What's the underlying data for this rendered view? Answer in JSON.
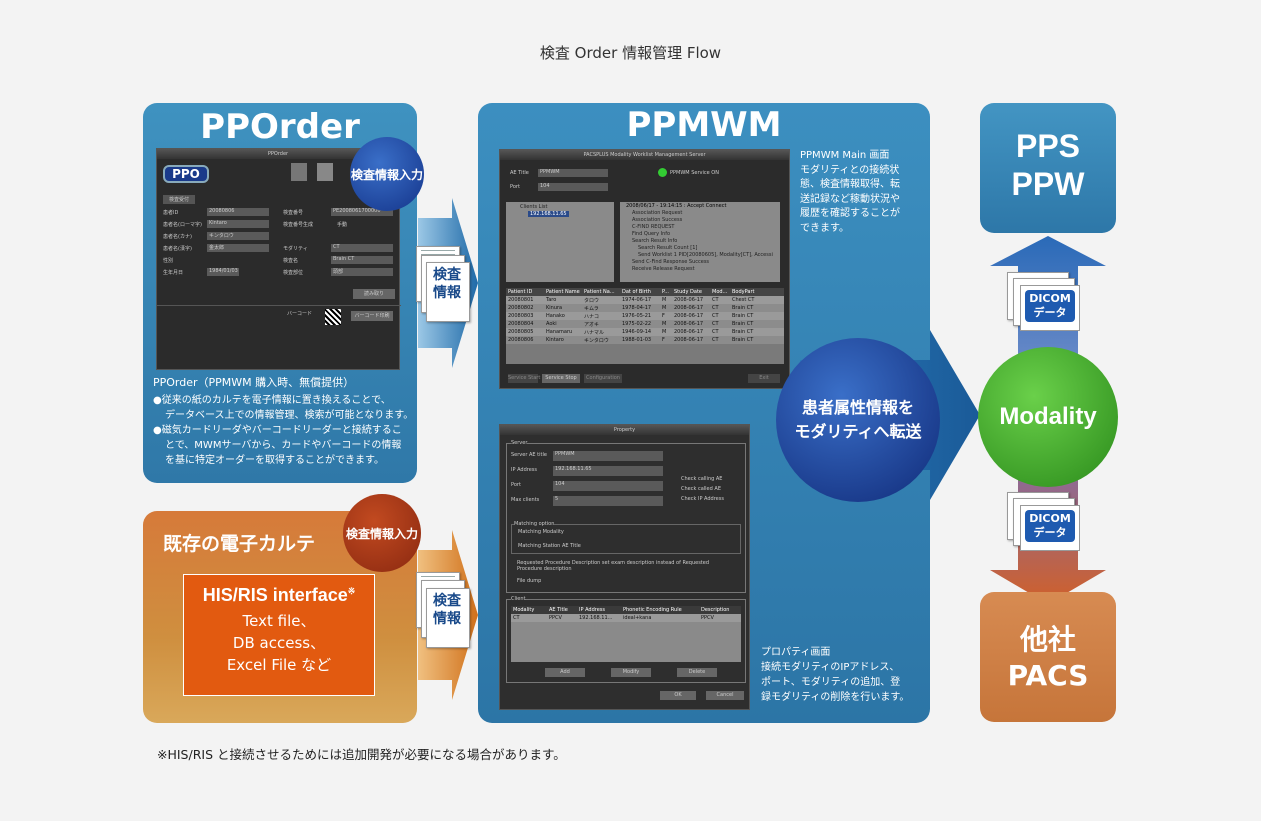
{
  "title": "検査 Order 情報管理 Flow",
  "footnote": "※HIS/RIS と接続させるためには追加開発が必要になる場合があります。",
  "pporder": {
    "heading": "PPOrder",
    "badge": "検査情報入力",
    "window_title": "PPOrder",
    "logo": "PPO",
    "caption_title": "PPOrder（PPMWM 購入時、無償提供）",
    "caption_lines": [
      "●従来の紙のカルテを電子情報に置き換えることで、",
      "データベース上での情報管理、検索が可能となります。",
      "●磁気カードリーダやバーコードリーダーと接続するこ",
      "とで、MWMサーバから、カードやバーコードの情報",
      "を基に特定オーダーを取得することができます。"
    ],
    "form_labels": [
      "検査受付",
      "患者ID",
      "患者名(ローマ字)",
      "患者名(カナ)",
      "患者名(漢字)",
      "性別",
      "生年月日"
    ],
    "form_values": [
      "20080806",
      "Kintaro",
      "キンタロウ",
      "金太郎",
      "",
      "1984/01/03"
    ],
    "right_labels": [
      "検査番号",
      "検査番号生成",
      "モダリティ",
      "検査名",
      "検査部位"
    ],
    "right_values": [
      "PE2008061700000",
      "手動",
      "CT",
      "Brain CT",
      "頭部"
    ],
    "barcode_label": "バーコード",
    "button_read": "読み取り",
    "button_barcode": "バーコード印刷"
  },
  "ppmwm": {
    "heading": "PPMWM",
    "window_title": "PACSPLUS Modality Worklist Management Server",
    "ae_title_label": "AE Title",
    "ae_title_value": "PPMWM",
    "port_label": "Port",
    "port_value": "104",
    "service_status": "PPMWM Service ON",
    "clients_label": "Clients List",
    "client_ip": "192.168.11.65",
    "log_lines": [
      "2008/06/17 - 19:14:15 : Accept Connect",
      "Association Request",
      "Association Success",
      "C-FIND REQUEST",
      "Find Query Info",
      "Search Result Info",
      "Search Result Count [1]",
      "Send Worklist 1 PID[20080605], Modality[CT], Accessi",
      "Send C-Find Response Success",
      "Receive Release Request"
    ],
    "table_headers": [
      "Patient ID",
      "Patient Name",
      "Patient Na...",
      "Dat of Birth",
      "P...",
      "Study Date",
      "Mod...",
      "BodyPart"
    ],
    "table_rows": [
      [
        "20080801",
        "Taro",
        "タロウ",
        "1974-06-17",
        "M",
        "2008-06-17",
        "CT",
        "Chest CT"
      ],
      [
        "20080802",
        "Kinura",
        "キムラ",
        "1978-04-17",
        "M",
        "2008-06-17",
        "CT",
        "Brain CT"
      ],
      [
        "20080803",
        "Hanako",
        "ハナコ",
        "1976-05-21",
        "F",
        "2008-06-17",
        "CT",
        "Brain CT"
      ],
      [
        "20080804",
        "Aoki",
        "アオキ",
        "1975-02-22",
        "M",
        "2008-06-17",
        "CT",
        "Brain CT"
      ],
      [
        "20080805",
        "Hanamaru",
        "ハナマル",
        "1946-09-14",
        "M",
        "2008-06-17",
        "CT",
        "Brain CT"
      ],
      [
        "20080806",
        "Kintaro",
        "キンタロウ",
        "1988-01-03",
        "F",
        "2008-06-17",
        "CT",
        "Brain CT"
      ]
    ],
    "buttons": [
      "Service Start",
      "Service Stop",
      "Configuration",
      "Exit"
    ],
    "main_note": [
      "PPMWM Main 画面",
      "モダリティとの接続状",
      "態、検査情報取得、転",
      "送記録など稼動状況や",
      "履歴を確認することが",
      "できます。"
    ],
    "transfer_circle": [
      "患者属性情報を",
      "モダリティへ転送"
    ],
    "prop_title": "Property",
    "prop_server_label": "Server",
    "prop_fields": [
      [
        "Server AE title",
        "PPMWM"
      ],
      [
        "IP Address",
        "192.168.11.65"
      ],
      [
        "Port",
        "104"
      ],
      [
        "Max clients",
        "5"
      ]
    ],
    "prop_checks": [
      "Check calling AE",
      "Check called AE",
      "Check IP Address"
    ],
    "prop_matching_label": "Matching option",
    "prop_matching": [
      "Matching Modality",
      "Matching Station AE Title"
    ],
    "prop_other": [
      "Requested Procedure Description set exam description instead of Requested Procedure description",
      "File dump"
    ],
    "prop_clients_label": "Client",
    "prop_client_headers": [
      "Modality",
      "AE Title",
      "IP Address",
      "Phonetic Encoding Rule",
      "Description"
    ],
    "prop_client_row": [
      "CT",
      "PPCV",
      "192.168.11...",
      "ideal+kana",
      "PPCV"
    ],
    "prop_client_buttons": [
      "Add",
      "Modify",
      "Delete"
    ],
    "prop_ok": "OK",
    "prop_cancel": "Cancel",
    "prop_note": [
      "プロパティ画面",
      "接続モダリティのIPアドレス、",
      "ポート、モダリティの追加、登",
      "録モダリティの削除を行います。"
    ]
  },
  "emr": {
    "heading": "既存の電子カルテ",
    "badge": "検査情報入力",
    "box_title": "HIS/RIS interface",
    "box_mark": "※",
    "box_lines": [
      "Text file、",
      "DB access、",
      "Excel File など"
    ]
  },
  "doc_label_top": [
    "検査",
    "情報"
  ],
  "doc_label_bottom": [
    "検査",
    "情報"
  ],
  "pps": [
    "PPS",
    "PPW"
  ],
  "modality": "Modality",
  "dicom_top": [
    "DICOM",
    "データ"
  ],
  "dicom_bottom": [
    "DICOM",
    "データ"
  ],
  "pacs": [
    "他社",
    "PACS"
  ],
  "colors": {
    "blue": "#3a8cbf",
    "orange": "#d07a3a",
    "green": "#3a9a2a",
    "navy": "#1e4a8a"
  }
}
